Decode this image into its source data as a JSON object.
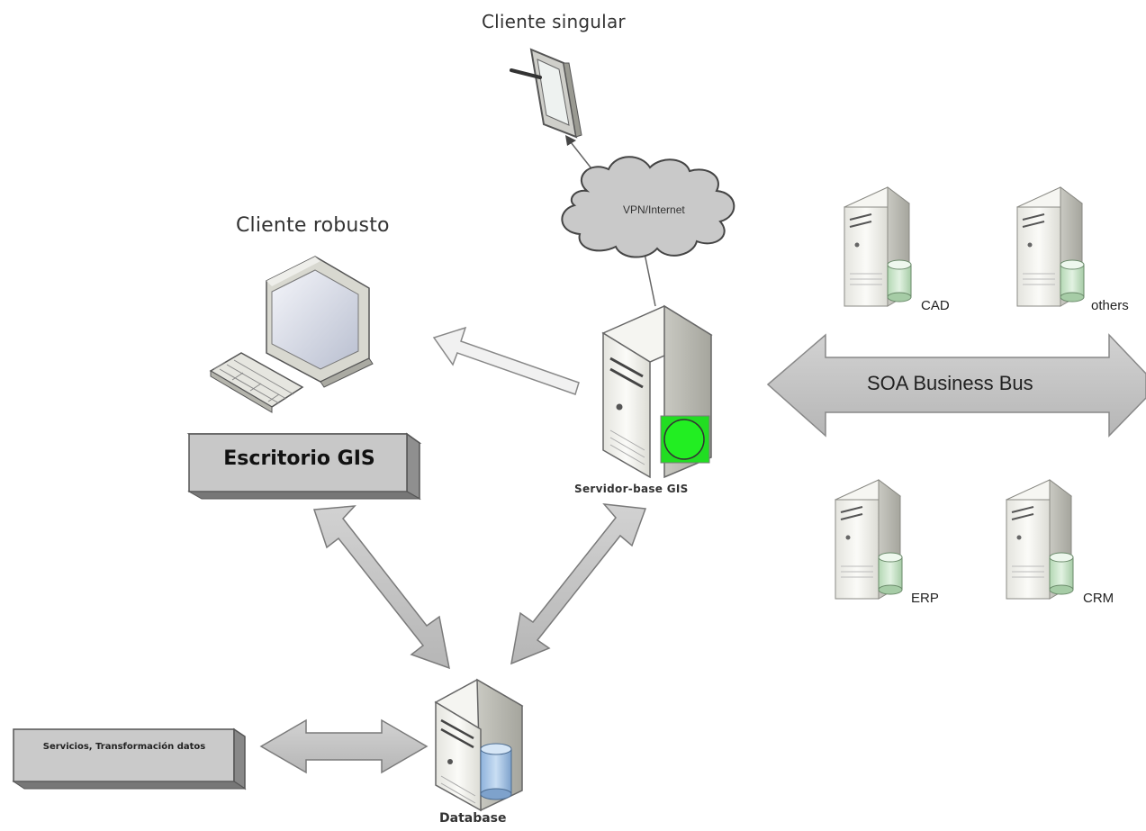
{
  "labels": {
    "cliente_singular": "Cliente singular",
    "cliente_robusto": "Cliente robusto",
    "vpn_internet": "VPN/Internet",
    "soa_bus": "SOA Business Bus",
    "cad": "CAD",
    "others": "others",
    "erp": "ERP",
    "crm": "CRM",
    "servidor_base": "Servidor-base GIS",
    "database": "Database",
    "escritorio_gis": "Escritorio GIS",
    "servicios": "Servicios, Transformación datos"
  },
  "colors": {
    "arrow_fill": "#c4c4c4",
    "arrow_stroke": "#7a7a7a",
    "server_body": "#f2f2ee",
    "server_side": "#bdbdb5",
    "accent_green": "#22dd22",
    "db_blue": "#a9c8e8",
    "cloud_fill": "#c8c8c8"
  }
}
